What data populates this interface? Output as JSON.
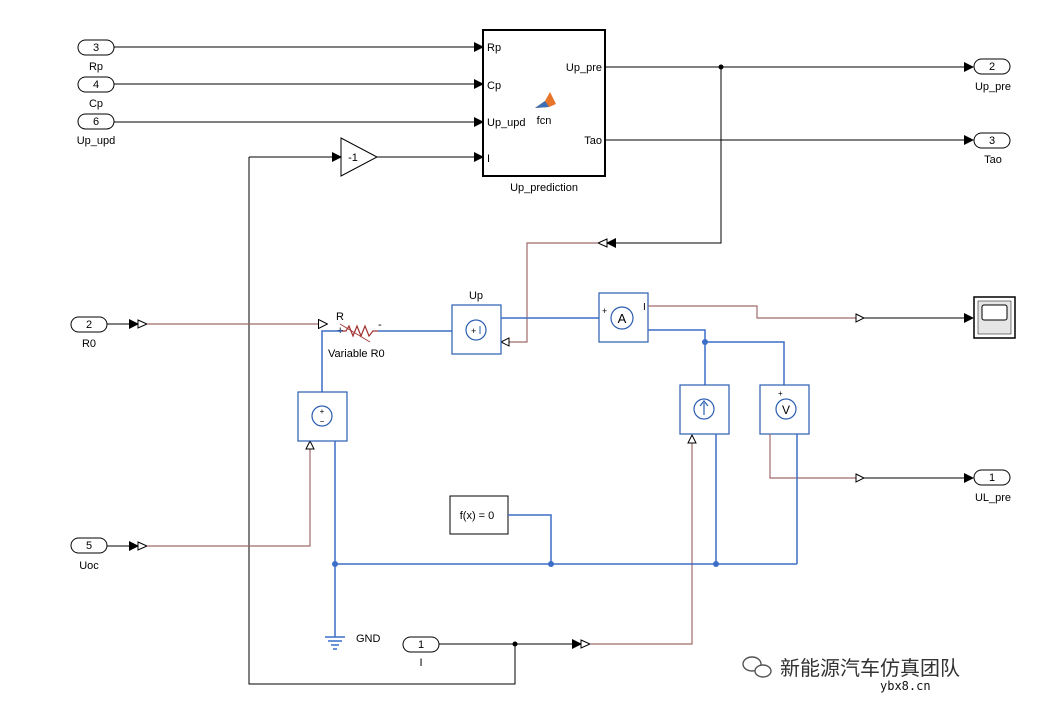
{
  "inports": [
    {
      "num": "3",
      "name": "Rp"
    },
    {
      "num": "4",
      "name": "Cp"
    },
    {
      "num": "6",
      "name": "Up_upd"
    },
    {
      "num": "2",
      "name": "R0"
    },
    {
      "num": "5",
      "name": "Uoc"
    },
    {
      "num": "1",
      "name": "I"
    }
  ],
  "outports": [
    {
      "num": "2",
      "name": "Up_pre"
    },
    {
      "num": "3",
      "name": "Tao"
    },
    {
      "num": "1",
      "name": "UL_pre"
    }
  ],
  "fcn_block": {
    "name": "Up_prediction",
    "inputs": [
      "Rp",
      "Cp",
      "Up_upd",
      "I"
    ],
    "outputs": [
      "Up_pre",
      "Tao"
    ],
    "center_label": "fcn"
  },
  "gain_block": {
    "value": "-1"
  },
  "resistor": {
    "name": "Variable R0",
    "port_label": "R",
    "plus": "+",
    "minus": "-"
  },
  "voltage_source_up": {
    "name": "Up"
  },
  "solver": {
    "label": "f(x) = 0"
  },
  "ground": {
    "label": "GND"
  },
  "ammeter": {
    "symbol": "A",
    "port": "I"
  },
  "voltmeter": {
    "symbol": "V"
  },
  "colors": {
    "signal": "#000000",
    "physical_signal": "#a16a6a",
    "electrical": "#3b6fc7",
    "block_border": "#2a5db0"
  },
  "watermark": {
    "text": "新能源汽车仿真团队",
    "site": "ybx8.cn"
  }
}
